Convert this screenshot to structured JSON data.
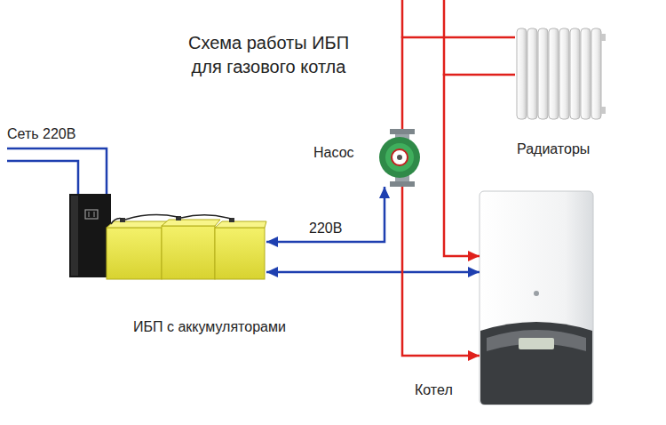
{
  "diagram": {
    "title": "Схема работы ИБП для газового котла",
    "nodes": [
      {
        "text": [
          "Насос"
        ]
      },
      {
        "text": [
          "Радиаторы"
        ]
      },
      {
        "text": [
          "ИБП с аккумуляторами"
        ]
      },
      {
        "text": [
          "Котел"
        ]
      }
    ],
    "edges": [
      {
        "from": 2,
        "to": 0,
        "label": "220В",
        "arrow": "both"
      },
      {
        "from": 2,
        "to": 3,
        "arrow": "both"
      },
      {
        "from": 0,
        "to": 3,
        "arrow": "to"
      },
      {
        "from": 1,
        "to": 0,
        "arrow": "none"
      },
      {
        "from": 1,
        "to": 3,
        "arrow": "to"
      }
    ],
    "labels": [
      "Сеть 220В"
    ]
  }
}
